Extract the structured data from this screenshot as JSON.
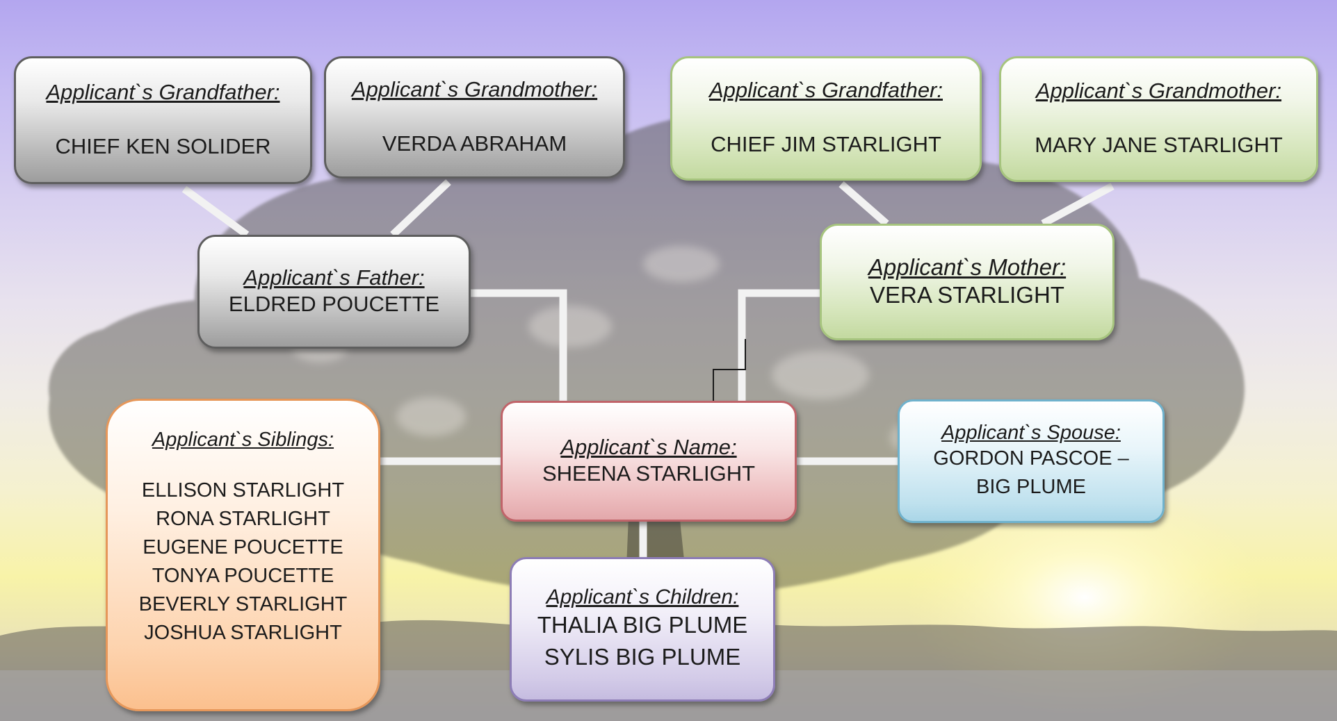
{
  "diagram": {
    "paternal_grandfather": {
      "label": "Applicant`s Grandfather:",
      "value": "CHIEF KEN SOLIDER"
    },
    "paternal_grandmother": {
      "label": "Applicant`s Grandmother:",
      "value": "VERDA ABRAHAM"
    },
    "maternal_grandfather": {
      "label": "Applicant`s Grandfather:",
      "value": "CHIEF JIM STARLIGHT"
    },
    "maternal_grandmother": {
      "label": "Applicant`s Grandmother:",
      "value": "MARY JANE STARLIGHT"
    },
    "father": {
      "label": "Applicant`s Father:",
      "value": "ELDRED POUCETTE"
    },
    "mother": {
      "label": "Applicant`s Mother:",
      "value": "VERA STARLIGHT"
    },
    "applicant": {
      "label": "Applicant`s Name:",
      "value": "SHEENA STARLIGHT"
    },
    "siblings": {
      "label": "Applicant`s Siblings:",
      "values": [
        "ELLISON STARLIGHT",
        "RONA STARLIGHT",
        "EUGENE POUCETTE",
        "TONYA POUCETTE",
        "BEVERLY STARLIGHT",
        "JOSHUA STARLIGHT"
      ]
    },
    "spouse": {
      "label": "Applicant`s Spouse:",
      "values": [
        "GORDON PASCOE –",
        "BIG PLUME"
      ]
    },
    "children": {
      "label": "Applicant`s Children:",
      "values": [
        "THALIA BIG PLUME",
        "SYLIS BIG PLUME"
      ]
    }
  },
  "colors": {
    "paternal": "#9d9d9d",
    "maternal": "#c3d9a0",
    "applicant": "#e3a8ab",
    "siblings": "#fbc08e",
    "spouse": "#aad6e7",
    "children": "#c5bce0",
    "connector": "#f2f2f2"
  }
}
